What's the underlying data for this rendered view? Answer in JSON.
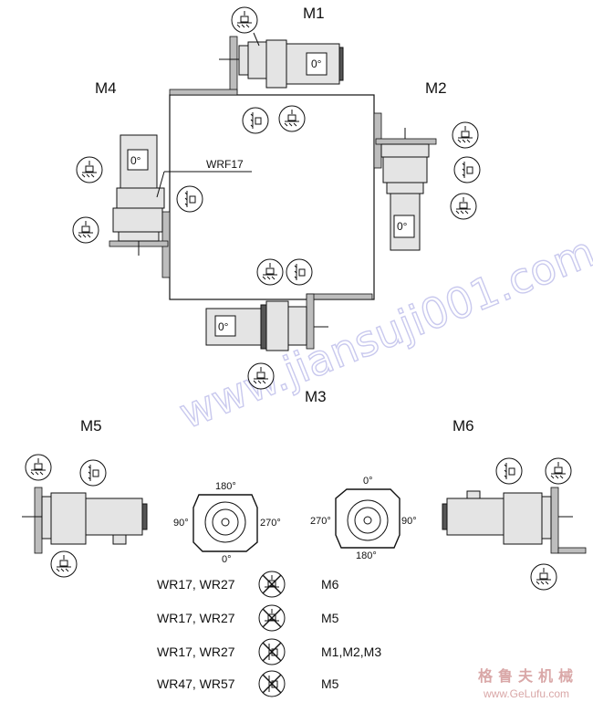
{
  "positions": {
    "m1": "M1",
    "m2": "M2",
    "m3": "M3",
    "m4": "M4",
    "m5": "M5",
    "m6": "M6"
  },
  "motor_angle": "0°",
  "model_label": "WRF17",
  "angles_left": {
    "top": "180°",
    "left": "90°",
    "right": "270°",
    "bottom": "0°"
  },
  "angles_right": {
    "top": "0°",
    "left": "270°",
    "right": "90°",
    "bottom": "180°"
  },
  "legend": [
    {
      "models": "WR17, WR27",
      "positions": "M6"
    },
    {
      "models": "WR17, WR27",
      "positions": "M5"
    },
    {
      "models": "WR17, WR27",
      "positions": "M1,M2,M3"
    },
    {
      "models": "WR47, WR57",
      "positions": "M5"
    }
  ],
  "watermark": "www.jiansuji001.com",
  "brand": {
    "name": "格鲁夫机械",
    "url": "www.GeLufu.com"
  }
}
